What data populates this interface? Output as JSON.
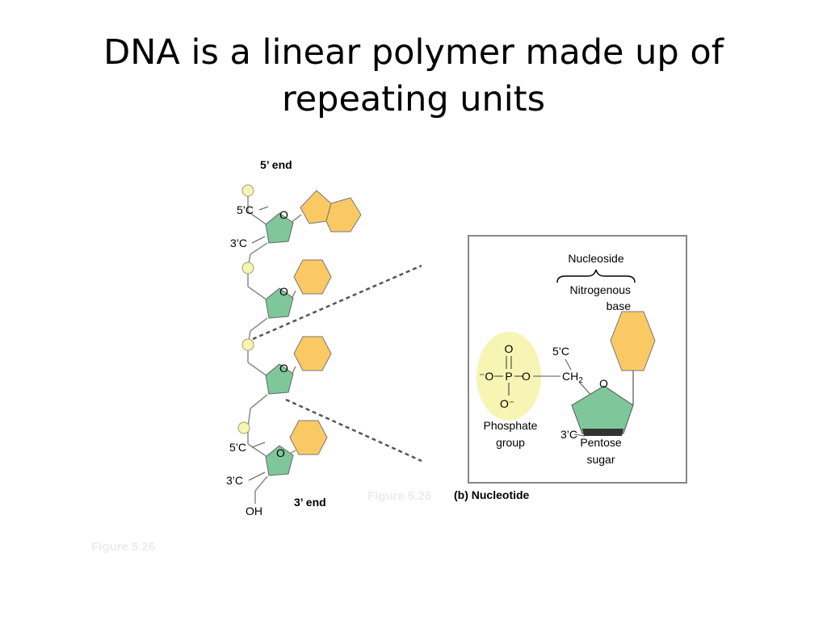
{
  "title": {
    "line1": "DNA is a linear polymer made up of",
    "line2": "repeating units"
  },
  "strand": {
    "five_prime_end": "5’ end",
    "three_prime_end": "3’ end",
    "c5_label": "5’C",
    "c3_label": "3’C",
    "ring_oxygen": "O",
    "oh_label": "OH"
  },
  "nucleotide": {
    "nucleoside_label": "Nucleoside",
    "base_label_line1": "Nitrogenous",
    "base_label_line2": "base",
    "phosphate": {
      "top_o": "O",
      "left_o": "⁻O",
      "p": "P",
      "right_o": "O",
      "bottom_o": "O⁻",
      "label_line1": "Phosphate",
      "label_line2": "group"
    },
    "c5_label": "5’C",
    "ch2_main": "CH",
    "ch2_sub": "2",
    "ring_oxygen": "O",
    "c3_label": "3’C",
    "sugar_label_line1": "Pentose",
    "sugar_label_line2": "sugar",
    "caption": "(b) Nucleotide"
  },
  "figure_ref": "Figure 5.26",
  "colors": {
    "phosphate": "#f6f5b4",
    "sugar": "#7fc79a",
    "base": "#fbc964",
    "ghost_text": "#ececec"
  }
}
